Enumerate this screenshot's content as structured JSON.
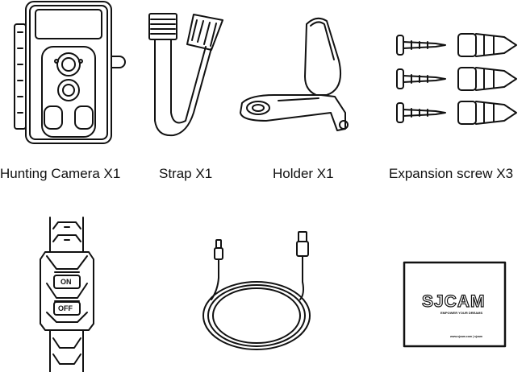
{
  "items": [
    {
      "label": "Hunting Camera X1"
    },
    {
      "label": "Strap X1"
    },
    {
      "label": "Holder X1"
    },
    {
      "label": "Expansion screw X3"
    }
  ],
  "remote": {
    "on_label": "ON",
    "off_label": "OFF"
  },
  "manual": {
    "logo": "SJCAM",
    "tagline": "EMPOWER YOUR DREAMS",
    "footer": "www.sjcam.com | sjcam"
  }
}
